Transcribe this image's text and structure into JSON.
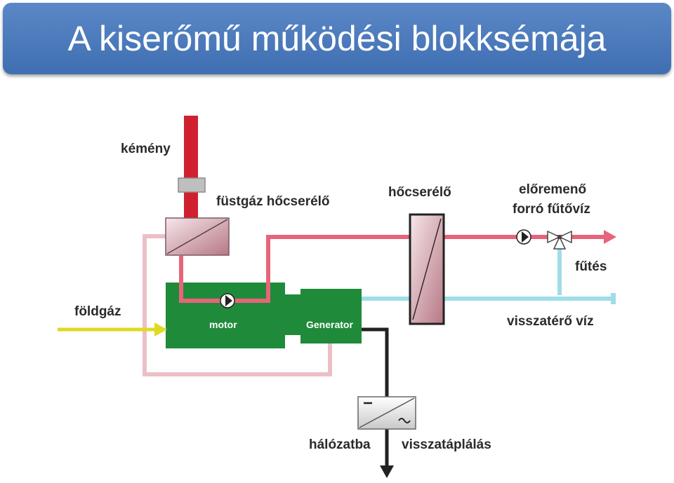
{
  "title": "A kiserőmű működési blokksémája",
  "labels": {
    "chimney": "kémény",
    "flue_gas_exchanger": "füstgáz hőcserélő",
    "heat_exchanger": "hőcserélő",
    "flow_hot_water_line1": "előremenő",
    "flow_hot_water_line2": "forró fűtővíz",
    "heating": "fűtés",
    "natural_gas": "földgáz",
    "motor": "motor",
    "generator": "Generator",
    "return_water": "visszatérő víz",
    "to_grid": "hálózatba",
    "feed_back": "visszatáplálás"
  },
  "colors": {
    "title_bg": "#4a78bd",
    "chimney_red": "#d02030",
    "hot_pipe": "#e8647a",
    "exhaust_pipe": "#ecbfc7",
    "cold_pipe": "#9fdde8",
    "gas_yellow": "#e0da22",
    "motor_green": "#1f8a3a",
    "power_black": "#222222"
  }
}
